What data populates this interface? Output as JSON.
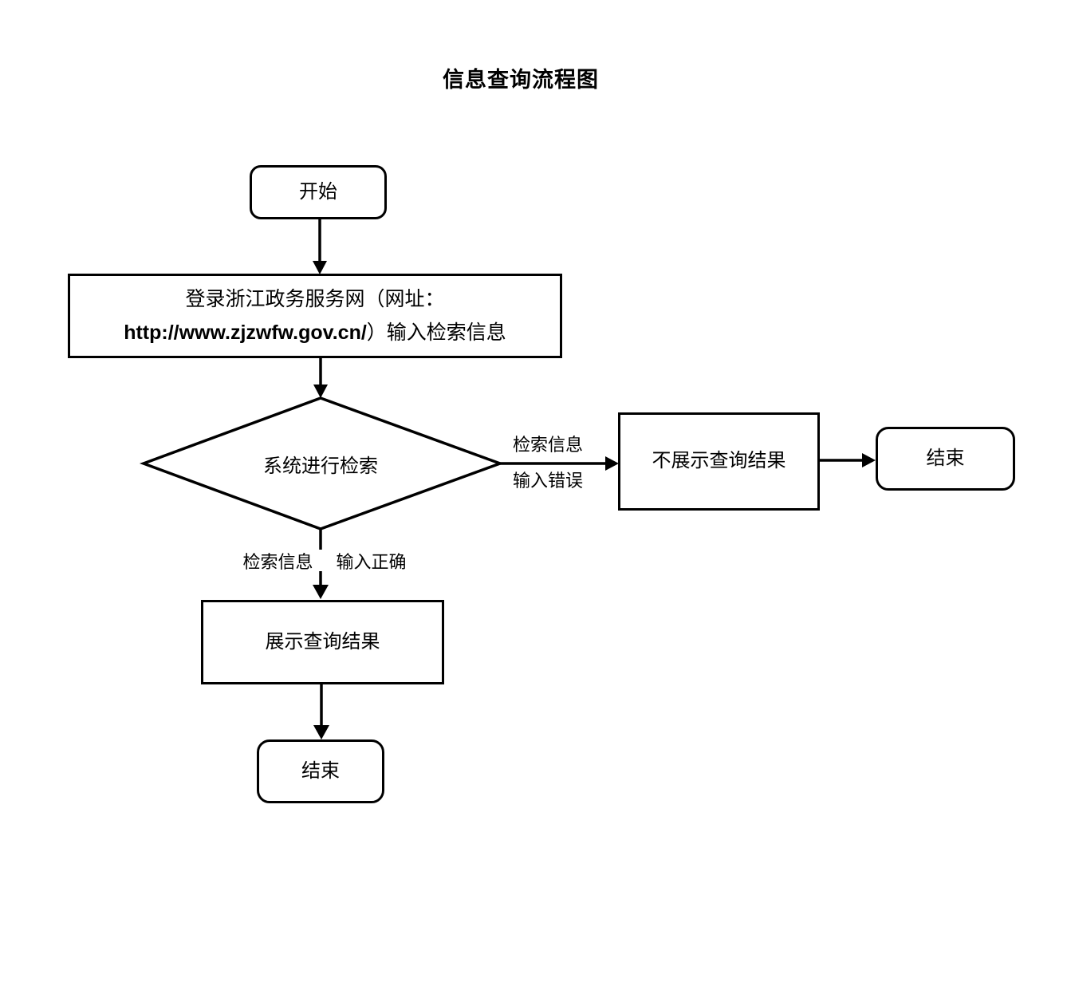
{
  "title": "信息查询流程图",
  "nodes": {
    "start": {
      "label": "开始"
    },
    "login": {
      "line1": "登录浙江政务服务网（网址：",
      "line2_url": "http://www.zjzwfw.gov.cn/",
      "line2_suffix": "）输入检索信息"
    },
    "decision": {
      "label": "系统进行检索"
    },
    "no_result": {
      "label": "不展示查询结果"
    },
    "end_right": {
      "label": "结束"
    },
    "show_result": {
      "label": "展示查询结果"
    },
    "end_bottom": {
      "label": "结束"
    }
  },
  "edge_labels": {
    "error_top": "检索信息",
    "error_bottom": "输入错误",
    "correct_left": "检索信息",
    "correct_right": "输入正确"
  },
  "colors": {
    "line": "#000000",
    "background": "#ffffff"
  }
}
